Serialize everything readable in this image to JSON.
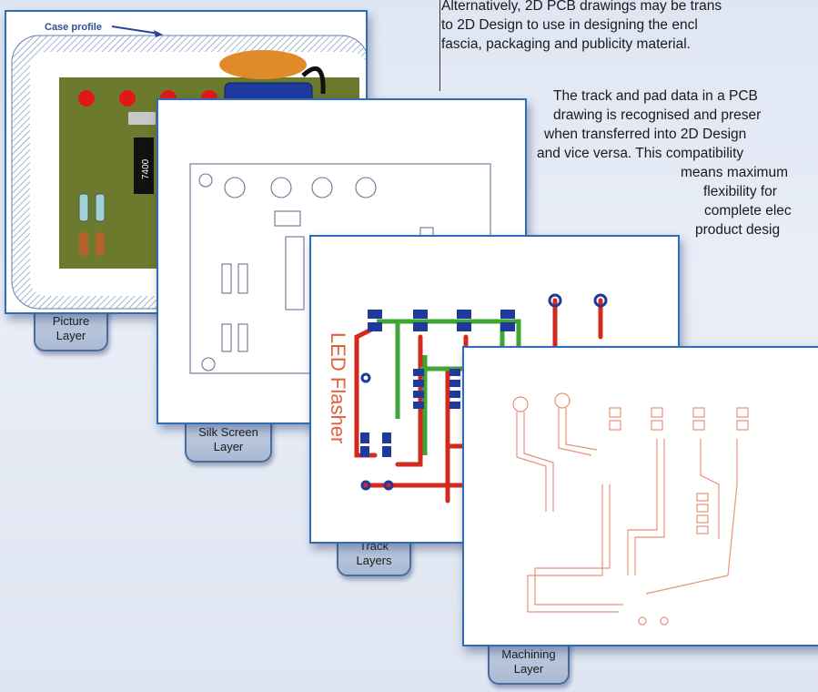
{
  "text": {
    "para1_lines": [
      "Alternatively, 2D PCB drawings may be trans",
      "to 2D Design to use in designing the encl",
      "fascia, packaging and publicity material."
    ],
    "para2_lines": [
      "The track and pad data in a PCB",
      "drawing is recognised and preser",
      "when transferred into 2D Design",
      "and vice versa.  This compatibility",
      "means maximum",
      "flexibility for",
      "complete elec",
      "product desig"
    ]
  },
  "layers": {
    "picture": {
      "tab_label": "Picture\nLayer",
      "case_label": "Case profile",
      "chip_label": "7400"
    },
    "silk": {
      "tab_label": "Silk Screen\nLayer"
    },
    "track": {
      "tab_label": "Track\nLayers",
      "board_text": "LED Flasher"
    },
    "machining": {
      "tab_label": "Machining\nLayer"
    }
  },
  "colors": {
    "frame_border": "#2f6db8",
    "pcb_green": "#6b7a2c",
    "track_red": "#d42a1e",
    "track_green": "#3fa535",
    "pad_blue": "#1f3a9a",
    "machining_line": "#e8907a"
  }
}
